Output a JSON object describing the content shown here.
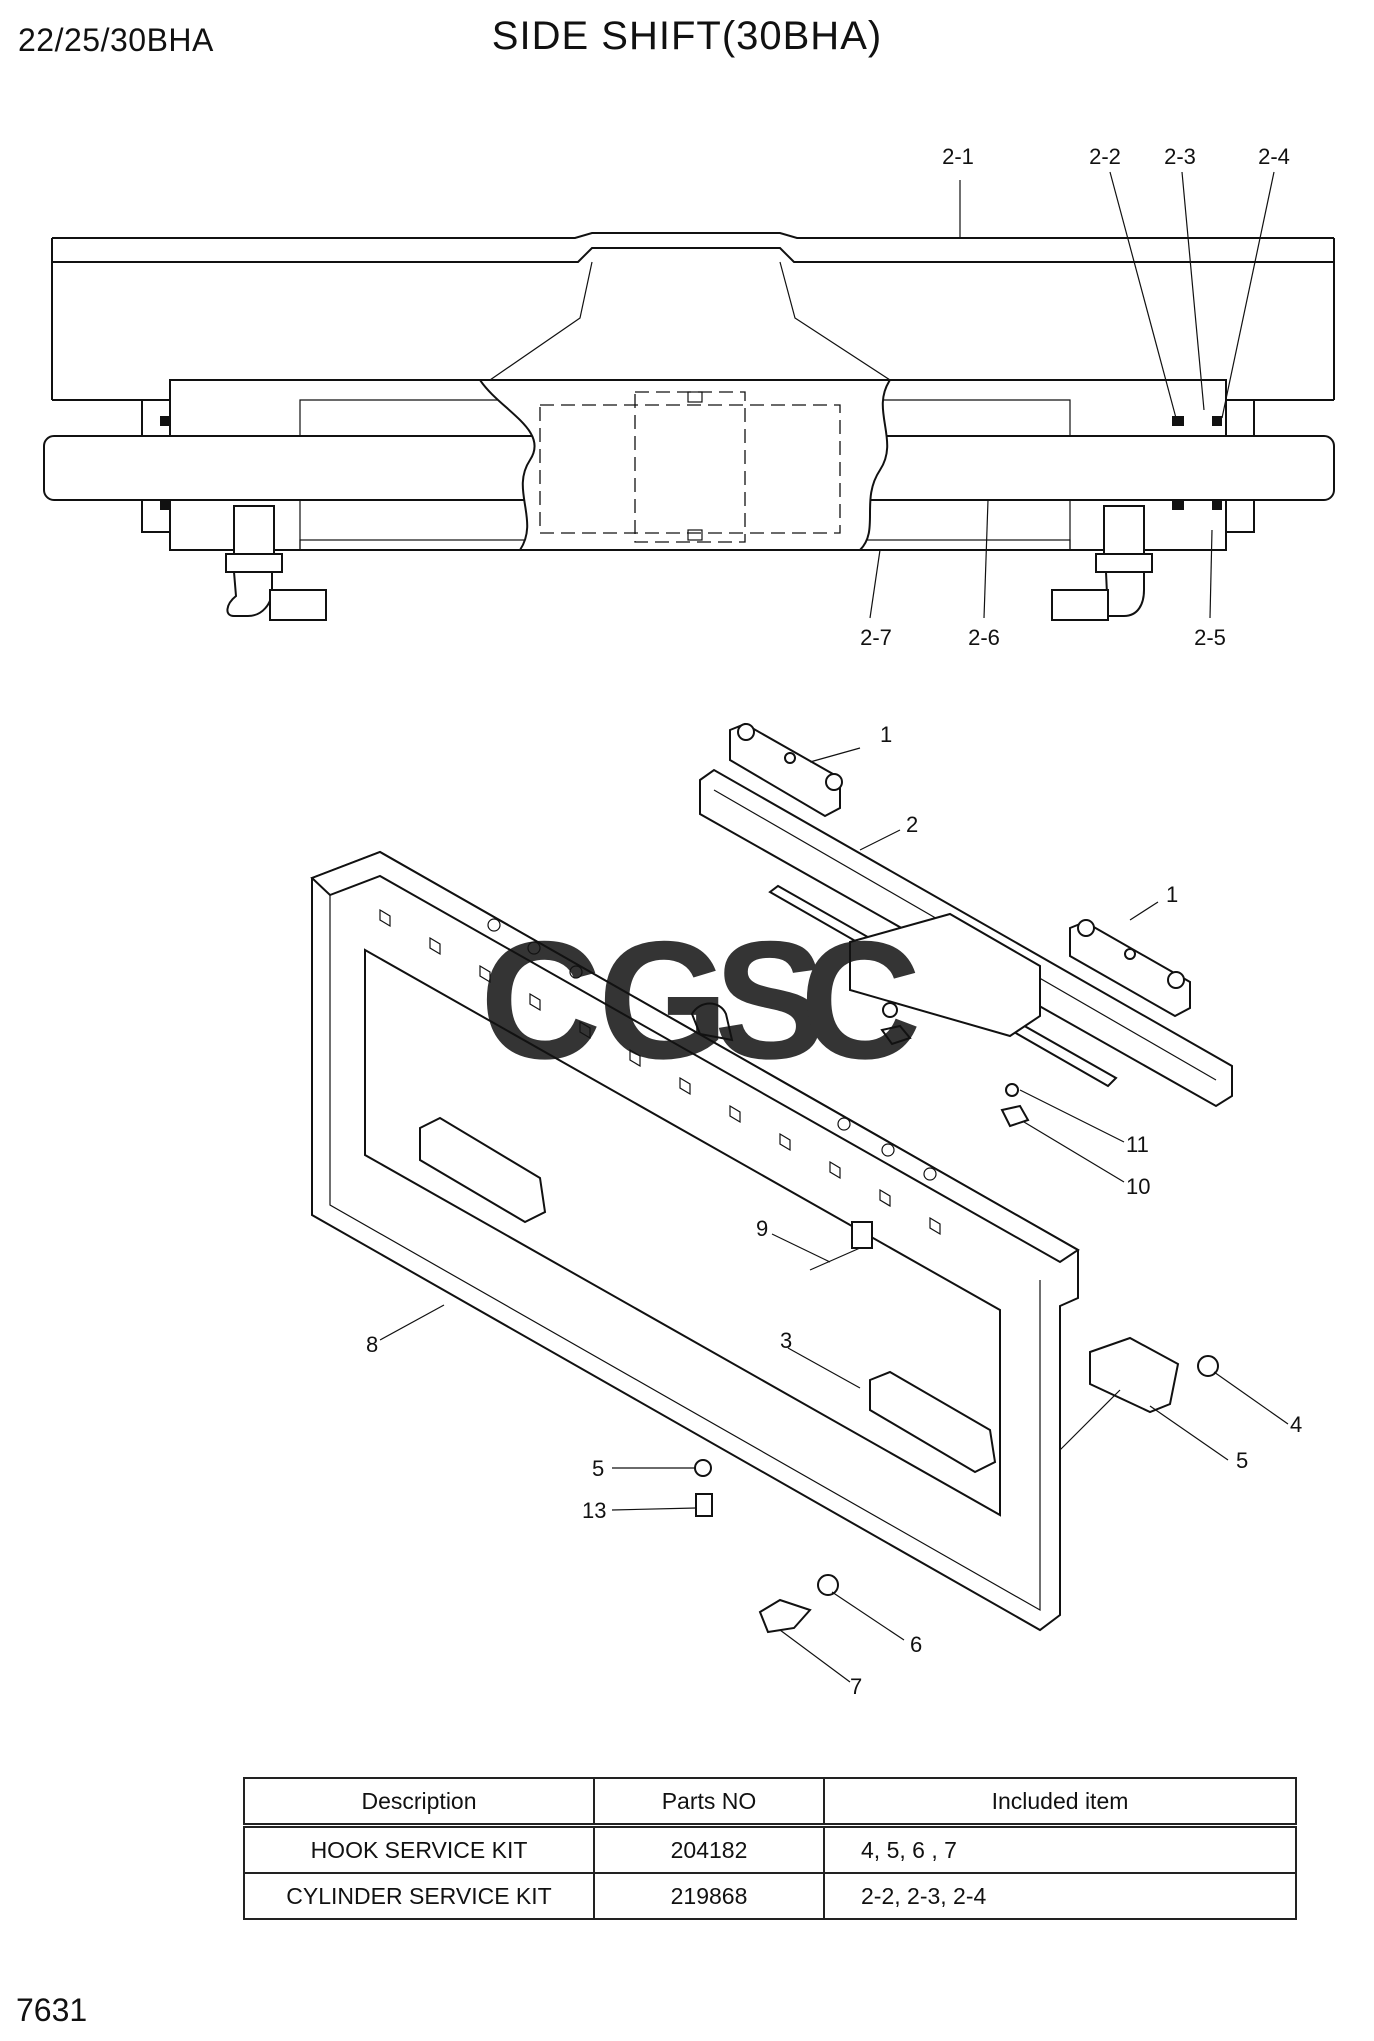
{
  "header": {
    "model": "22/25/30BHA",
    "title": "SIDE SHIFT(30BHA)"
  },
  "cylinder_labels": [
    "2-1",
    "2-2",
    "2-3",
    "2-4",
    "2-5",
    "2-6",
    "2-7"
  ],
  "exploded_labels": [
    "1",
    "1",
    "2",
    "3",
    "4",
    "5",
    "5",
    "6",
    "7",
    "8",
    "9",
    "10",
    "11",
    "13"
  ],
  "watermark": {
    "text": "CGSC",
    "colors": [
      "#3b7ee8",
      "#ee5b4e",
      "#f3c53a",
      "#2aa56a"
    ]
  },
  "kit_table": {
    "headers": [
      "Description",
      "Parts NO",
      "Included item"
    ],
    "rows": [
      {
        "description": "HOOK SERVICE KIT",
        "parts_no": "204182",
        "included": "4, 5, 6 , 7"
      },
      {
        "description": "CYLINDER SERVICE KIT",
        "parts_no": "219868",
        "included": "2-2, 2-3, 2-4"
      }
    ]
  },
  "page_number": "7631"
}
